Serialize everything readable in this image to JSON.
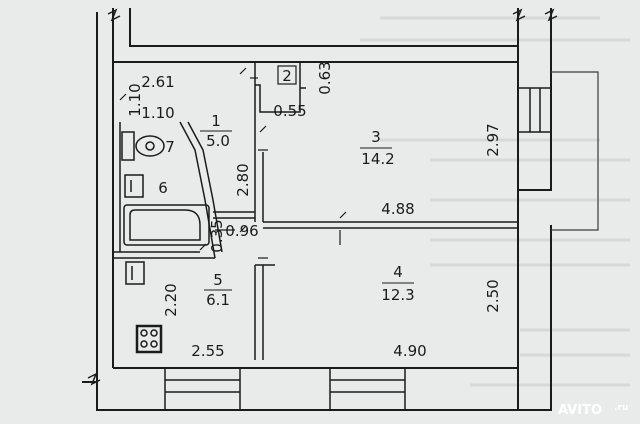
{
  "rooms": [
    {
      "number": "1",
      "area": "5.0"
    },
    {
      "number": "2",
      "area": ""
    },
    {
      "number": "3",
      "area": "14.2"
    },
    {
      "number": "4",
      "area": "12.3"
    },
    {
      "number": "5",
      "area": "6.1"
    },
    {
      "number": "6",
      "area": ""
    },
    {
      "number": "7",
      "area": ""
    }
  ],
  "dimensions": {
    "d261": "2.61",
    "d110a": "1.10",
    "d110b": "1.10",
    "d055": "0.55",
    "d063": "0.63",
    "d297": "2.97",
    "d280": "2.80",
    "d096": "0.96",
    "d035": "0.35",
    "d488": "4.88",
    "d220": "2.20",
    "d250": "2.50",
    "d255": "2.55",
    "d490": "4.90"
  },
  "watermark": {
    "brand": "AVITO",
    "suffix": ".ru"
  }
}
